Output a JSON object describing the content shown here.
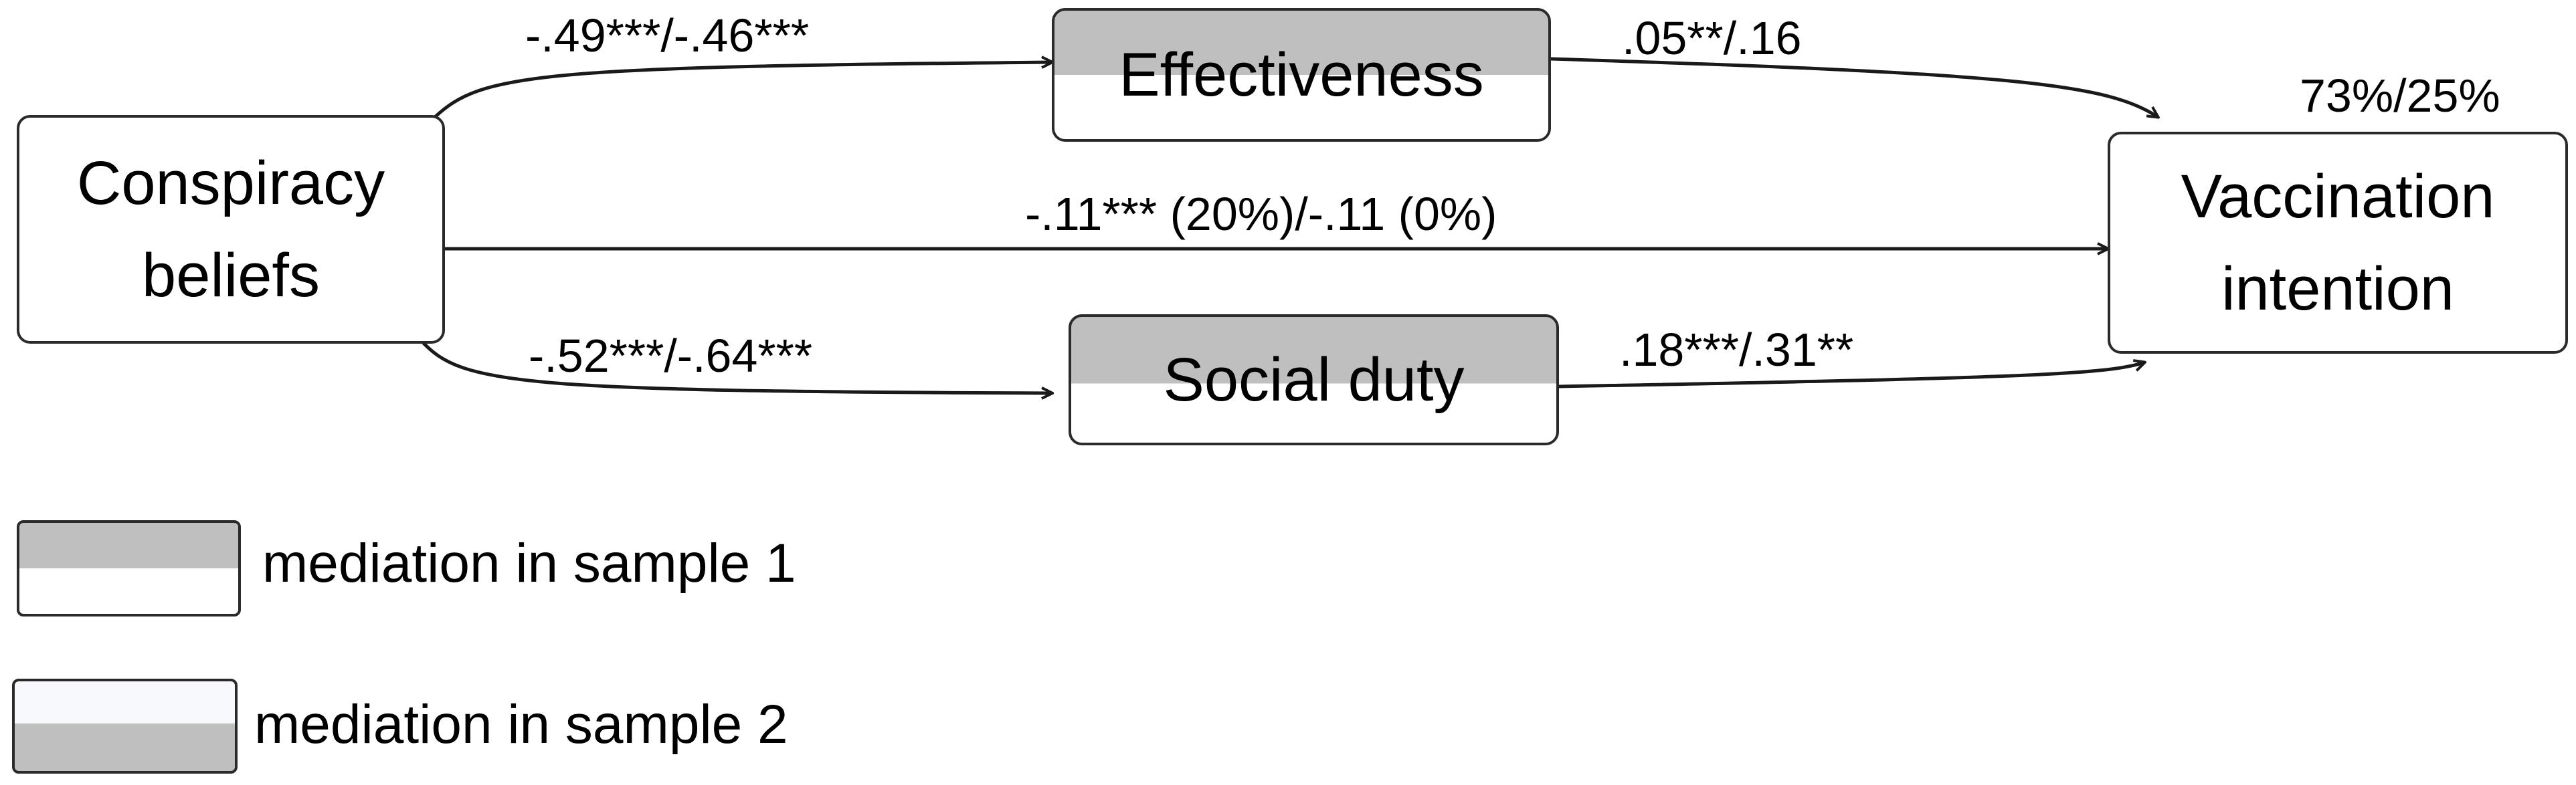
{
  "diagram": {
    "nodes": {
      "conspiracy": "Conspiracy\nbeliefs",
      "effectiveness": "Effectiveness",
      "social_duty": "Social duty",
      "vaccination": "Vaccination\nintention"
    },
    "paths": {
      "conspiracy_to_effectiveness": "-.49***/-.46***",
      "conspiracy_to_social_duty": "-.52***/-.64***",
      "conspiracy_to_vaccination": "-.11*** (20%)/-.11 (0%)",
      "effectiveness_to_vaccination": ".05**/.16",
      "social_duty_to_vaccination": ".18***/.31**"
    },
    "explained_variance": "73%/25%",
    "legend": {
      "sample1": "mediation in sample 1",
      "sample2": "mediation in sample 2"
    },
    "colors": {
      "mediation_band": "#bfbfbf",
      "box_border": "#2a2a2a",
      "arrow": "#1a1a1a"
    }
  }
}
